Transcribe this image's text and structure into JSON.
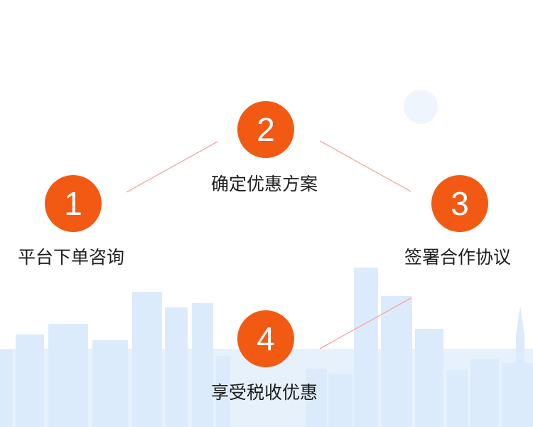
{
  "colors": {
    "accent": "#f25a13",
    "connector": "#f4a6a6",
    "skyline": "#dcebfb",
    "skyline_light": "#eaf3fd",
    "text": "#1e1e1e"
  },
  "steps": [
    {
      "number": "1",
      "label": "平台下单咨询"
    },
    {
      "number": "2",
      "label": "确定优惠方案"
    },
    {
      "number": "3",
      "label": "签署合作协议"
    },
    {
      "number": "4",
      "label": "享受税收优惠"
    }
  ]
}
